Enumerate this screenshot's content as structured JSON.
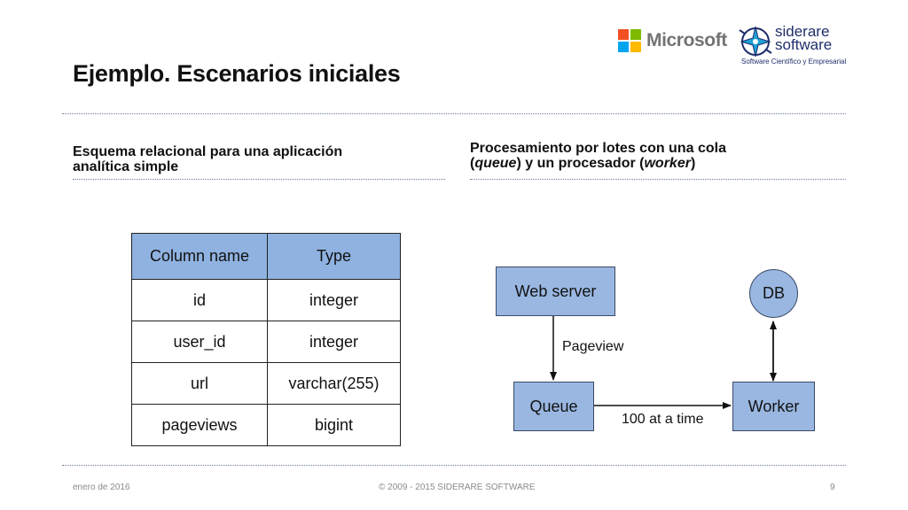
{
  "header": {
    "title": "Ejemplo. Escenarios iniciales",
    "microsoft_logo_text": "Microsoft",
    "microsoft_colors": [
      "#f25022",
      "#7fba00",
      "#00a4ef",
      "#ffb900"
    ],
    "siderare_logo": {
      "line1": "siderare",
      "line2": "software",
      "tagline": "Software Científico y Empresarial"
    }
  },
  "left_section": {
    "heading_line1": "Esquema relacional para una aplicación",
    "heading_line2": "analítica simple",
    "table": {
      "columns": [
        "Column name",
        "Type"
      ],
      "rows": [
        [
          "id",
          "integer"
        ],
        [
          "user_id",
          "integer"
        ],
        [
          "url",
          "varchar(255)"
        ],
        [
          "pageviews",
          "bigint"
        ]
      ],
      "header_color": "#8fb2e0"
    }
  },
  "right_section": {
    "heading_line1": "Procesamiento por lotes con una cola",
    "heading_line2_pre": "(",
    "heading_line2_em1": "queue",
    "heading_line2_mid": ") y un procesador (",
    "heading_line2_em2": "worker",
    "heading_line2_post": ")",
    "diagram": {
      "web_server": "Web server",
      "queue": "Queue",
      "worker": "Worker",
      "db": "DB",
      "edge_pageview": "Pageview",
      "edge_batch": "100 at a time",
      "node_color": "#99b7e1"
    }
  },
  "footer": {
    "date": "enero de 2016",
    "copyright": "© 2009 - 2015 SIDERARE SOFTWARE",
    "page_number": "9"
  }
}
